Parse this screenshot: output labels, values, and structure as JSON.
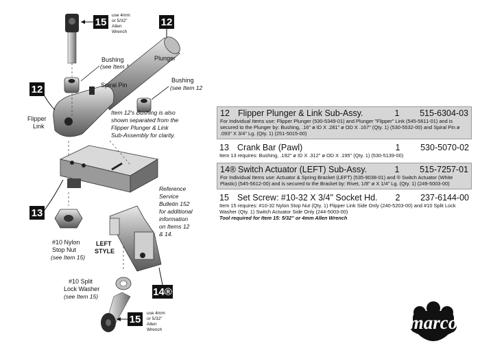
{
  "parts": [
    {
      "num": "12",
      "title": "Flipper Plunger & Link Sub-Assy.",
      "qty": "1",
      "part_no": "515-6304-03",
      "shaded": true,
      "note": "For Individual Items use: Flipper Plunger (530-5349-01) and Plunger \"Flipper\" Link (545-5611-01) and is secured to the Plunger by: Bushing, .16\" ø ID X .281\" ø OD X .167\" (Qty. 1) (530-5532-00) and Spiral Pin ø .093\" X 3/4\" Lg. (Qty. 1) (251-5015-00)"
    },
    {
      "num": "13",
      "title": "Crank Bar (Pawl)",
      "qty": "1",
      "part_no": "530-5070-02",
      "shaded": false,
      "note": "Item 13 requires: Bushing, .192\" ø ID X .312\" ø OD X .195\" (Qty. 1) (530-5139-00)"
    },
    {
      "num": "14®",
      "title": "Switch Actuator (LEFT) Sub-Assy.",
      "qty": "1",
      "part_no": "515-7257-01",
      "shaded": true,
      "note": "For Individual Items use: Actuator & Spring Bracket (LEFT) (535-9038-01) and ® Switch Actuator (White Plastic) (545-5612-00) and is secured to the Bracket by: Rivet, 1/8\" ø X 1/4\" Lg. (Qty. 1) (249-5003-00)"
    },
    {
      "num": "15",
      "title": "Set Screw: #10-32 X 3/4\" Socket Hd.",
      "qty": "2",
      "part_no": "237-6144-00",
      "shaded": false,
      "note": "Item 15 requires: #10-32 Nylon Stop Nut (Qty. 1) Flipper Link Side Only (240-5203-00) and #10 Split Lock Washer (Qty. 1) Switch Actuator Side Only (244-5003-00)",
      "note2": "Tool required for Item 15: 5/32\" or 4mm Allen Wrench"
    }
  ],
  "callouts": {
    "badge_15": "15",
    "badge_12": "12",
    "badge_13": "13",
    "badge_14": "14®",
    "wrench_top": [
      "use 4mm",
      "or 5/32\"",
      "Allen",
      "Wrench"
    ],
    "wrench_bottom": [
      "use 4mm",
      "or 5/32\"",
      "Allen",
      "Wrench"
    ],
    "bushing_13": [
      "Bushing",
      "(see Item 13)"
    ],
    "bushing_12": [
      "Bushing",
      "(see Item 12"
    ],
    "plunger": "Plunger",
    "spiral_pin": "Spiral Pin",
    "flipper_link": [
      "Flipper",
      "Link"
    ],
    "item12_note": [
      "Item 12's Bushing is also",
      "shown separated from the",
      "Flipper Plunger & Link",
      "Sub-Assembly for clarity."
    ],
    "service_bulletin": [
      "Reference",
      "Service",
      "Bulletin 152",
      "for additional",
      "information",
      "on Items 12",
      "& 14."
    ],
    "stop_nut": [
      "#10 Nylon",
      "Stop Nut",
      "(see Item 15)"
    ],
    "left_style": [
      "LEFT",
      "STYLE"
    ],
    "lock_washer": [
      "#10 Split",
      "Lock Washer",
      "(see Item 15)"
    ]
  },
  "logo": {
    "text": "marco"
  }
}
